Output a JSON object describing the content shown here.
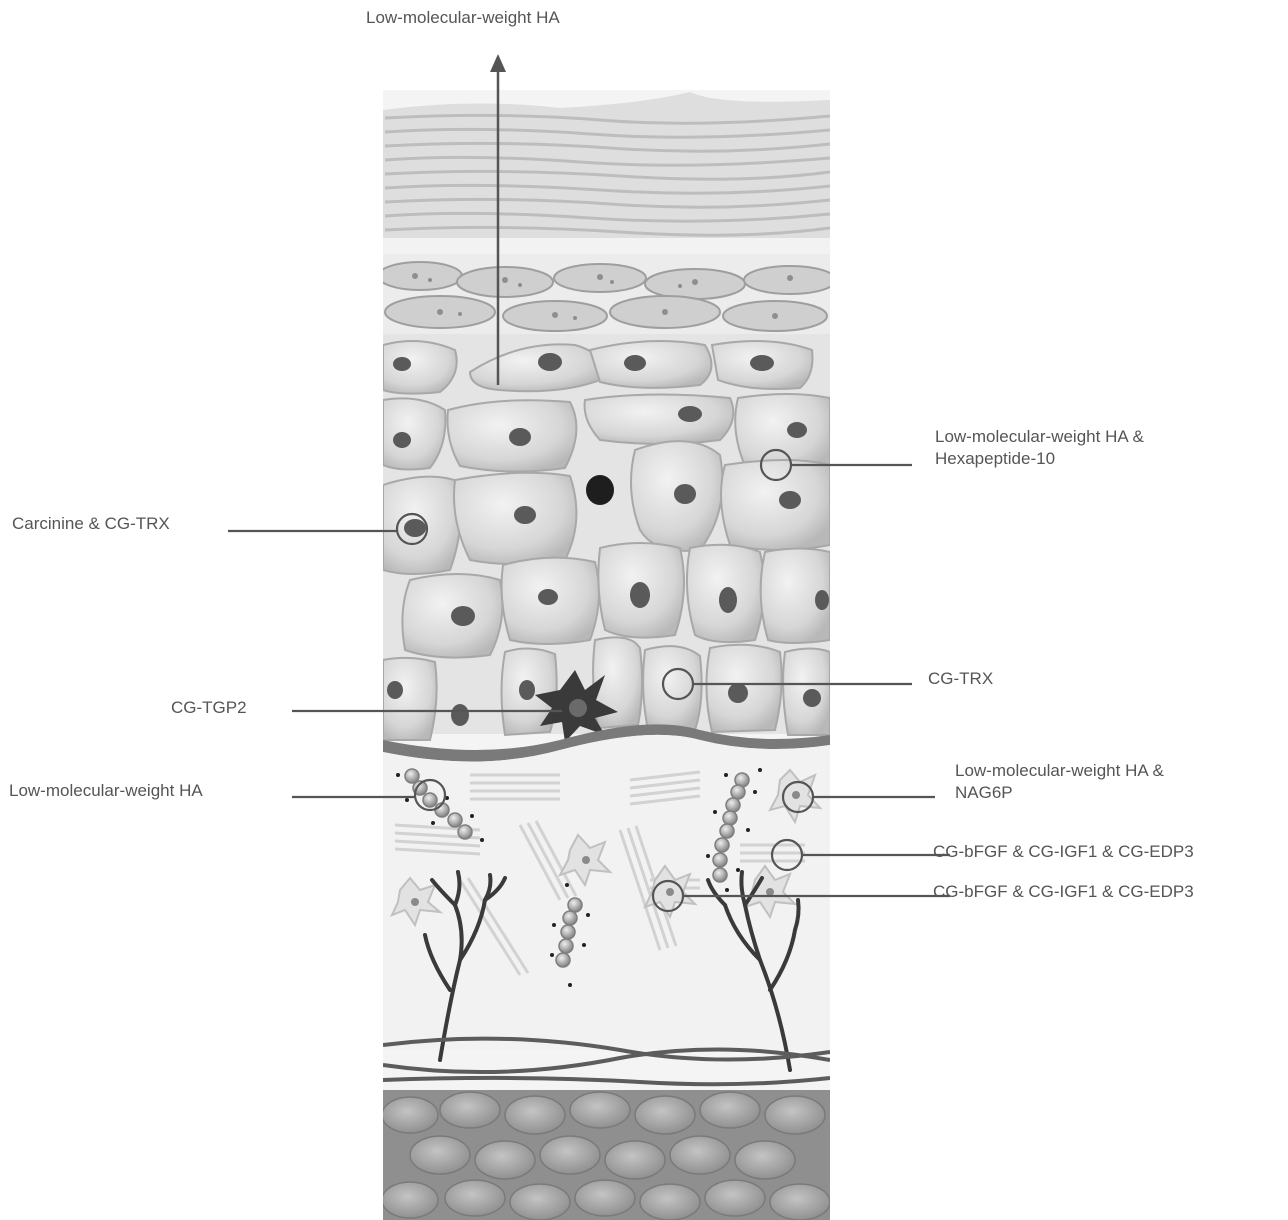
{
  "diagram": {
    "labels": {
      "top_arrow": "Low-molecular-weight HA",
      "hexapeptide": [
        "Low-molecular-weight HA &",
        "Hexapeptide-10"
      ],
      "carcinine": "Carcinine & CG-TRX",
      "trx": "CG-TRX",
      "tgp2": "CG-TGP2",
      "lmw_ha_left": "Low-molecular-weight HA",
      "nag6p": [
        "Low-molecular-weight HA &",
        "NAG6P"
      ],
      "growth_factors_1": "CG-bFGF & CG-IGF1 & CG-EDP3",
      "growth_factors_2": "CG-bFGF & CG-IGF1 & CG-EDP3"
    },
    "colors": {
      "label_text": "#555555",
      "leader_line": "#555555",
      "stratum_corneum": "#d4d4d4",
      "cell_fill": "#dcdcdc",
      "nucleus": "#555555",
      "dermis": "#f0f0f0",
      "hypodermis": "#9a9a9a",
      "melanocyte": "#3a3a3a"
    }
  }
}
